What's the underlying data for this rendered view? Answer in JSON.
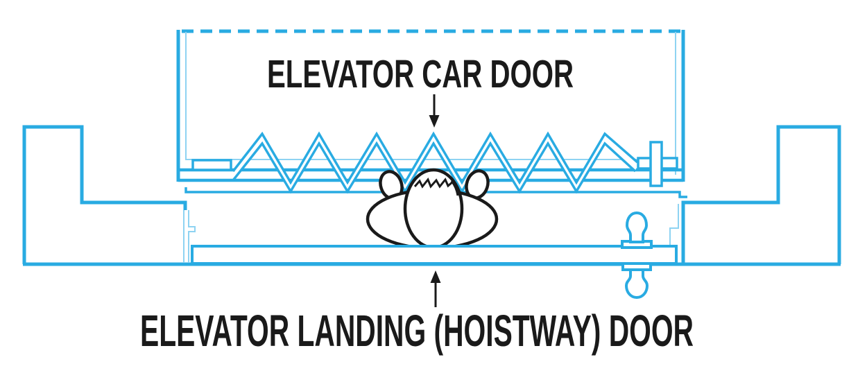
{
  "diagram": {
    "type": "elevator-door-plan-view-illustration",
    "labels": {
      "car_door": "ELEVATOR CAR DOOR",
      "landing_door": "ELEVATOR LANDING (HOISTWAY) DOOR"
    },
    "annotations": [
      {
        "icon": "arrow-down-icon",
        "points_to": "elevator car door (scissor gate)"
      },
      {
        "icon": "arrow-up-icon",
        "points_to": "elevator landing (hoistway) door"
      }
    ],
    "colors": {
      "outline_blue": "#29abe2",
      "outline_blue_light": "#8ed3f2",
      "text_ink": "#1a1a1a",
      "background": "#ffffff"
    }
  }
}
